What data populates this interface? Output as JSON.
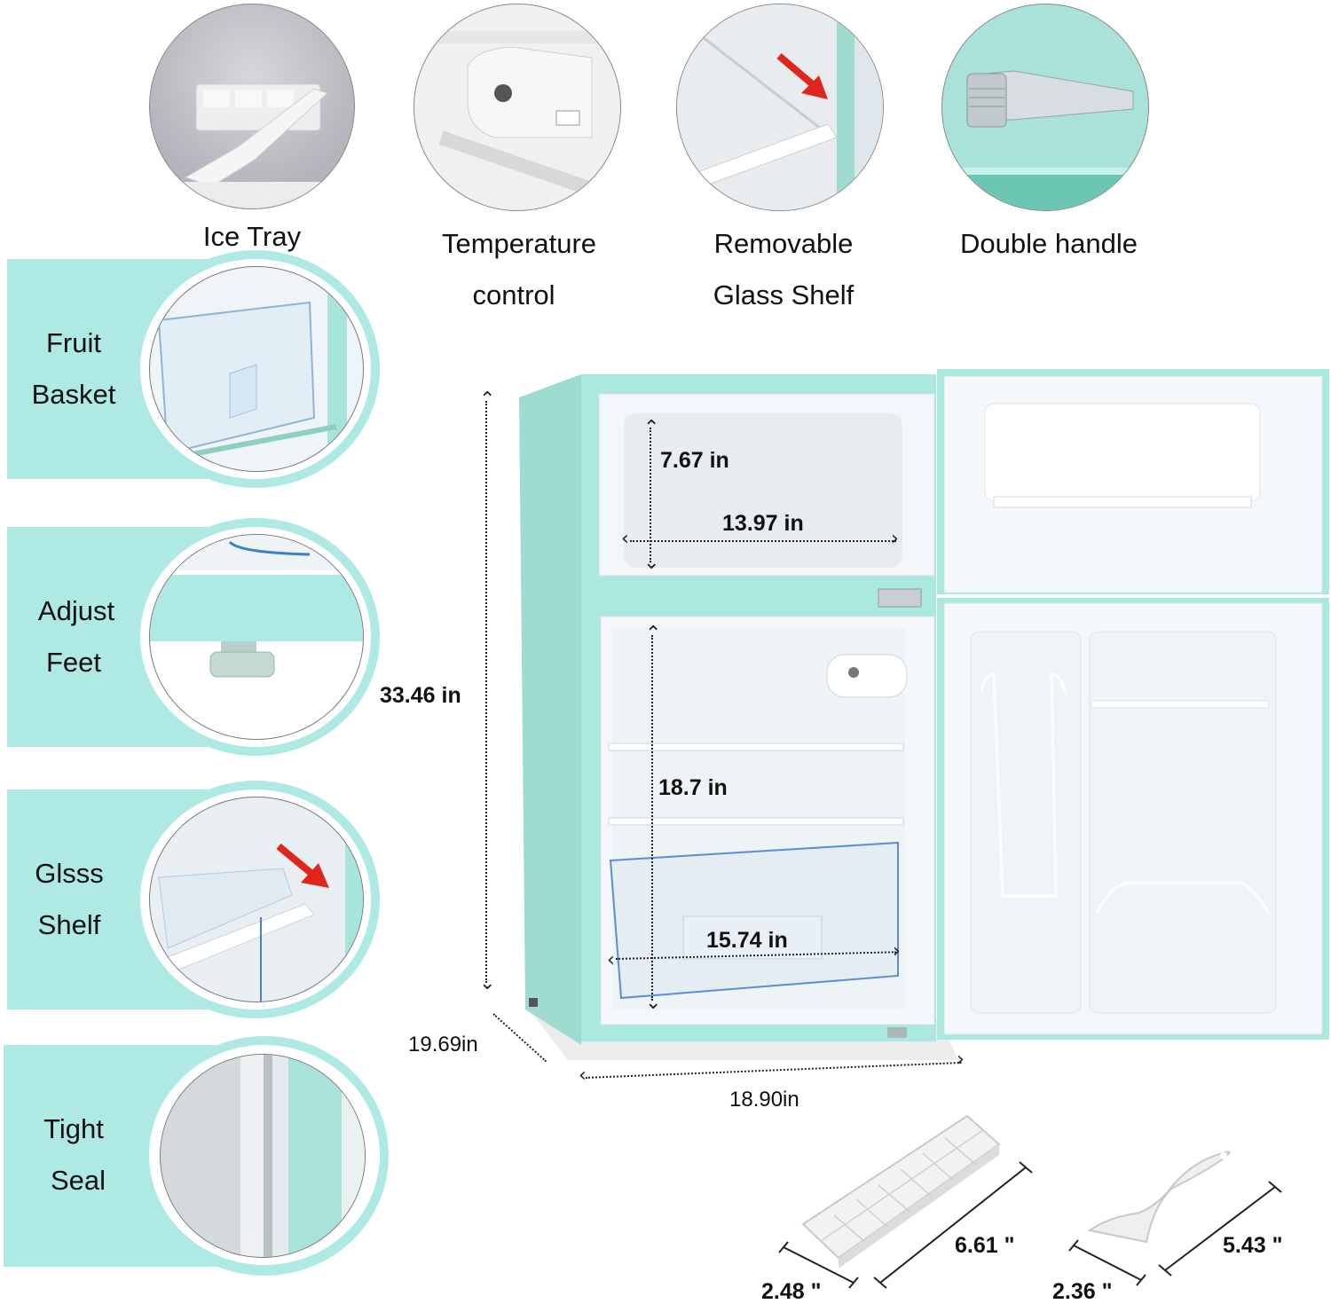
{
  "top_features": [
    {
      "label_lines": [
        "Ice Tray"
      ],
      "icon": "ice-tray-scraper"
    },
    {
      "label_lines": [
        "Temperature",
        "control"
      ],
      "icon": "thermostat-dial"
    },
    {
      "label_lines": [
        "Removable",
        "Glass Shelf"
      ],
      "icon": "glass-shelf-red-arrow"
    },
    {
      "label_lines": [
        "Double handle"
      ],
      "icon": "chrome-handle"
    }
  ],
  "side_features": [
    {
      "label_lines": [
        "Fruit",
        "Basket"
      ],
      "icon": "crisper-drawer"
    },
    {
      "label_lines": [
        "Adjust",
        "Feet"
      ],
      "icon": "leveling-foot"
    },
    {
      "label_lines": [
        "Glsss",
        "Shelf"
      ],
      "icon": "glass-shelf-red-arrow"
    },
    {
      "label_lines": [
        "Tight",
        "Seal"
      ],
      "icon": "door-gasket"
    }
  ],
  "fridge": {
    "freezer_height": "7.67 in",
    "freezer_width": "13.97 in",
    "total_height": "33.46 in",
    "fridge_height": "18.7 in",
    "drawer_width": "15.74 in",
    "depth": "19.69in",
    "width": "18.90in"
  },
  "accessories": {
    "ice_tray_length": "6.61 \"",
    "ice_tray_width": "2.48 \"",
    "scraper_length": "5.43 \"",
    "scraper_width": "2.36 \""
  },
  "colors": {
    "mint": "#aeeae3",
    "fridge_body": "#a9e6dc",
    "interior": "#f2f6f8",
    "arrow_red": "#e0261c"
  }
}
